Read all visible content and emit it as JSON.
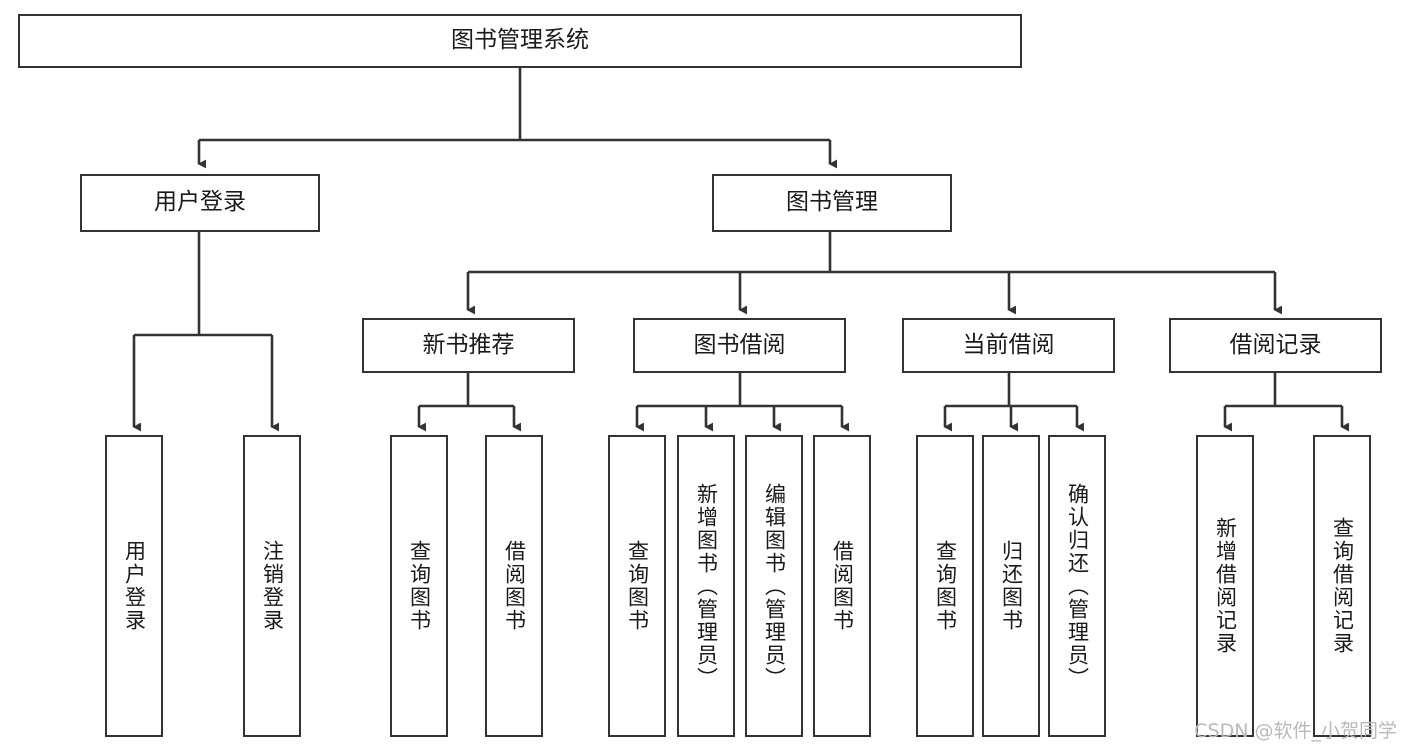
{
  "diagram": {
    "title": "图书管理系统",
    "type": "hierarchy-tree",
    "colors": {
      "background": "#ffffff",
      "box_fill": "#ffffff",
      "box_border": "#333333",
      "connector": "#333333",
      "text": "#1a1a1a",
      "watermark": "#b9b9b9"
    },
    "root": {
      "label": "图书管理系统"
    },
    "level2": [
      {
        "label": "用户登录"
      },
      {
        "label": "图书管理"
      }
    ],
    "level3": [
      {
        "label": "新书推荐"
      },
      {
        "label": "图书借阅"
      },
      {
        "label": "当前借阅"
      },
      {
        "label": "借阅记录"
      }
    ],
    "leaves": {
      "user_login": [
        {
          "label": "用户登录"
        },
        {
          "label": "注销登录"
        }
      ],
      "new_book_recommend": [
        {
          "label": "查询图书"
        },
        {
          "label": "借阅图书"
        }
      ],
      "book_borrow": [
        {
          "label": "查询图书"
        },
        {
          "label": "新增图书（管理员）"
        },
        {
          "label": "编辑图书（管理员）"
        },
        {
          "label": "借阅图书"
        }
      ],
      "current_borrow": [
        {
          "label": "查询图书"
        },
        {
          "label": "归还图书"
        },
        {
          "label": "确认归还（管理员）"
        }
      ],
      "borrow_records": [
        {
          "label": "新增借阅记录"
        },
        {
          "label": "查询借阅记录"
        }
      ]
    }
  },
  "watermark": {
    "text": "CSDN @软件_小贺同学"
  }
}
